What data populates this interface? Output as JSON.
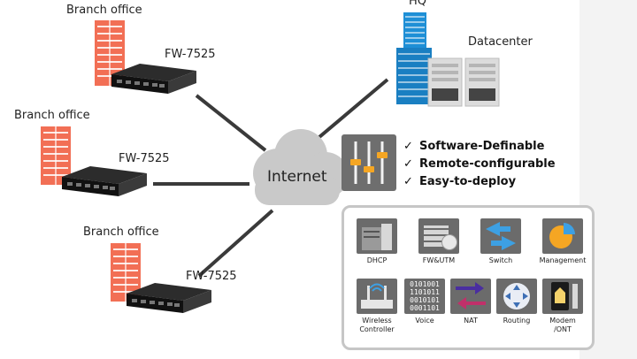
{
  "labels": {
    "hq": "HQ",
    "datacenter": "Datacenter",
    "internet": "Internet",
    "branches": [
      {
        "title": "Branch office",
        "model": "FW-7525"
      },
      {
        "title": "Branch office",
        "model": "FW-7525"
      },
      {
        "title": "Branch office",
        "model": "FW-7525"
      }
    ]
  },
  "features": [
    {
      "check": "✓",
      "text": "Software-Definable"
    },
    {
      "check": "✓",
      "text": "Remote-configurable"
    },
    {
      "check": "✓",
      "text": "Easy-to-deploy"
    }
  ],
  "services": [
    {
      "label": "DHCP",
      "icon": "dhcp-server-icon"
    },
    {
      "label": "FW&UTM",
      "icon": "firewall-globe-icon"
    },
    {
      "label": "Switch",
      "icon": "switch-arrows-icon"
    },
    {
      "label": "Management",
      "icon": "pie-chart-icon"
    },
    {
      "label": "Wireless\nController",
      "icon": "wireless-controller-icon"
    },
    {
      "label": "Voice",
      "icon": "binary-voice-icon"
    },
    {
      "label": "NAT",
      "icon": "nat-arrows-icon"
    },
    {
      "label": "Routing",
      "icon": "router-icon"
    },
    {
      "label": "Modem\n/ONT",
      "icon": "modem-icon"
    }
  ],
  "voice_bits": [
    "0101001",
    "1101011",
    "0010101",
    "0001101"
  ],
  "colors": {
    "branch_building": "#f26f55",
    "hq_building": "#1e8fd6",
    "wire": "#3a3a3a",
    "cloud": "#c9c9c9",
    "panel_border": "#c6c6c6",
    "icon_tile_bg": "#6b6b6b"
  }
}
